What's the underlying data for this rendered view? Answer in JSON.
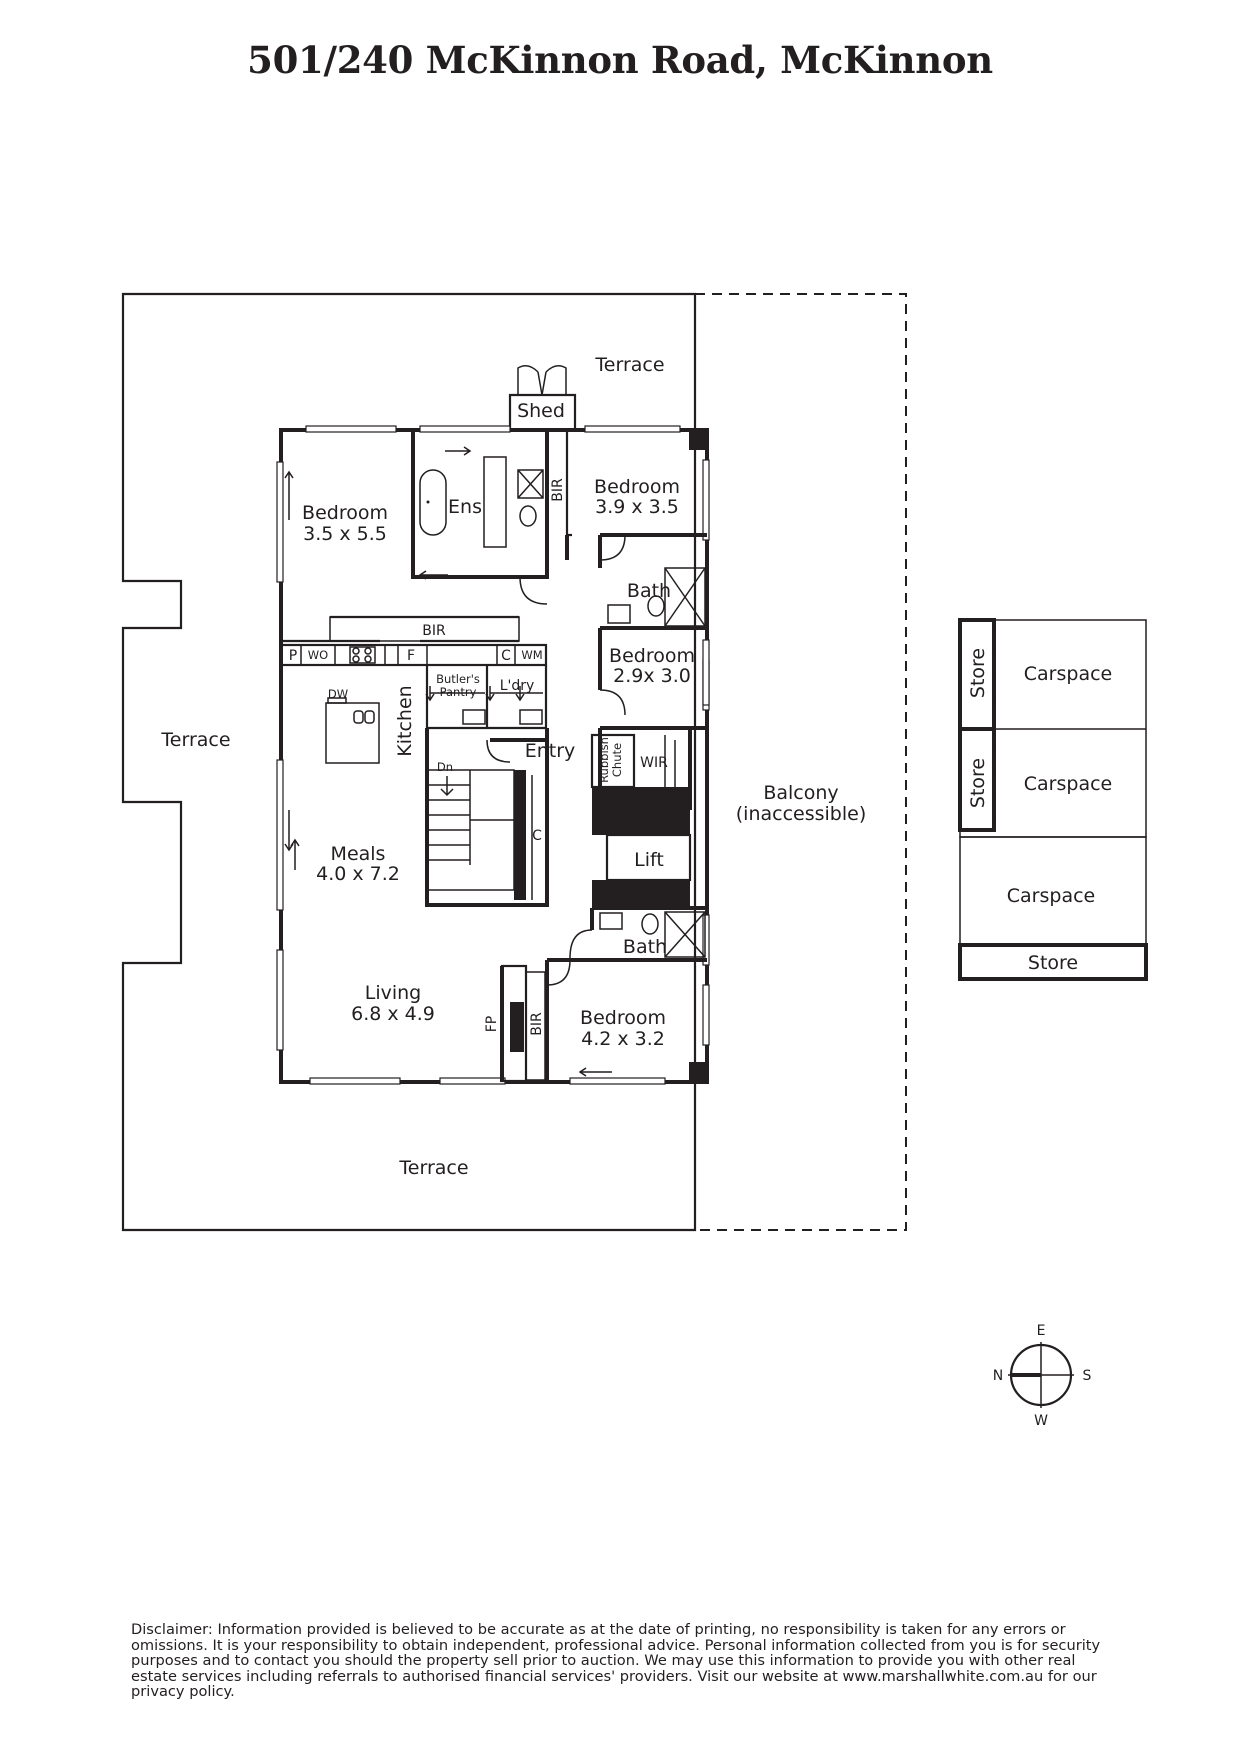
{
  "title": "501/240 McKinnon Road, McKinnon",
  "rooms": {
    "terrace_top": "Terrace",
    "terrace_left": "Terrace",
    "terrace_bottom": "Terrace",
    "shed": "Shed",
    "bedroom_main": {
      "name": "Bedroom",
      "size": "3.5 x 5.5"
    },
    "ensuite": "Ens",
    "bir_main": "BIR",
    "bir_bed2": "BIR",
    "bedroom_2": {
      "name": "Bedroom",
      "size": "3.9 x 3.5"
    },
    "bath_1": "Bath",
    "bedroom_3": {
      "name": "Bedroom",
      "size": "2.9x 3.0"
    },
    "pantry": "P",
    "wall_oven": "WO",
    "fridge": "F",
    "cupboard": "C",
    "washing_machine": "WM",
    "dishwasher": "DW",
    "kitchen": "Kitchen",
    "butlers_pantry": [
      "Butler's",
      "Pantry"
    ],
    "laundry": "L'dry",
    "entry": "Entry",
    "rubbish_chute": [
      "Rubbish",
      "Chute"
    ],
    "wir": "WIR",
    "down": "Dn",
    "stair_cupboard": "C",
    "lift": "Lift",
    "meals": {
      "name": "Meals",
      "size": "4.0 x 7.2"
    },
    "living": {
      "name": "Living",
      "size": "6.8 x 4.9"
    },
    "fireplace": "FP",
    "bir_bed4": "BIR",
    "bath_2": "Bath",
    "bedroom_4": {
      "name": "Bedroom",
      "size": "4.2 x 3.2"
    },
    "balcony": [
      "Balcony",
      "(inaccessible)"
    ]
  },
  "carspaces": {
    "store_1": "Store",
    "store_2": "Store",
    "store_3": "Store",
    "carspace_1": "Carspace",
    "carspace_2": "Carspace",
    "carspace_3": "Carspace"
  },
  "compass": {
    "north": "N",
    "south": "S",
    "east": "E",
    "west": "W"
  },
  "disclaimer": "Disclaimer: Information provided is believed to be accurate as at the date of printing, no responsibility is taken for any errors or omissions. It is your responsibility to obtain independent, professional advice. Personal information collected from you is for security purposes and to contact you should the property sell prior to auction. We may use this information to provide you with other real estate services including referrals to authorised financial services' providers. Visit our website at www.marshallwhite.com.au for our privacy policy."
}
